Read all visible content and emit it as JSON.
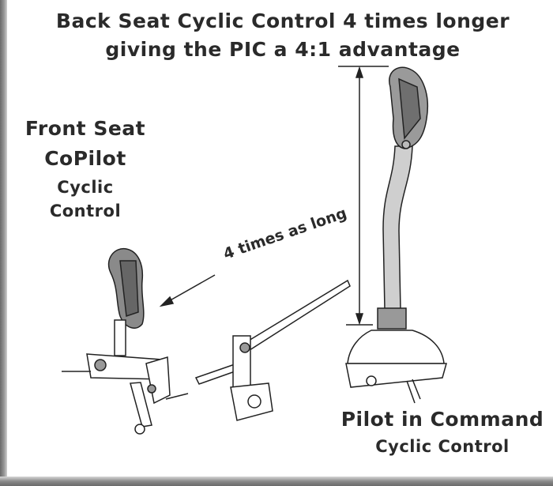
{
  "title": {
    "line1": "Back Seat Cyclic Control 4 times longer",
    "line2": "giving the PIC a 4:1 advantage"
  },
  "front_label": {
    "line1": "Front Seat",
    "line2": "CoPilot",
    "line3": "Cyclic",
    "line4": "Control"
  },
  "annotation": "4 times as long",
  "pic_label": {
    "line1": "Pilot in Command",
    "line2": "Cyclic Control"
  }
}
